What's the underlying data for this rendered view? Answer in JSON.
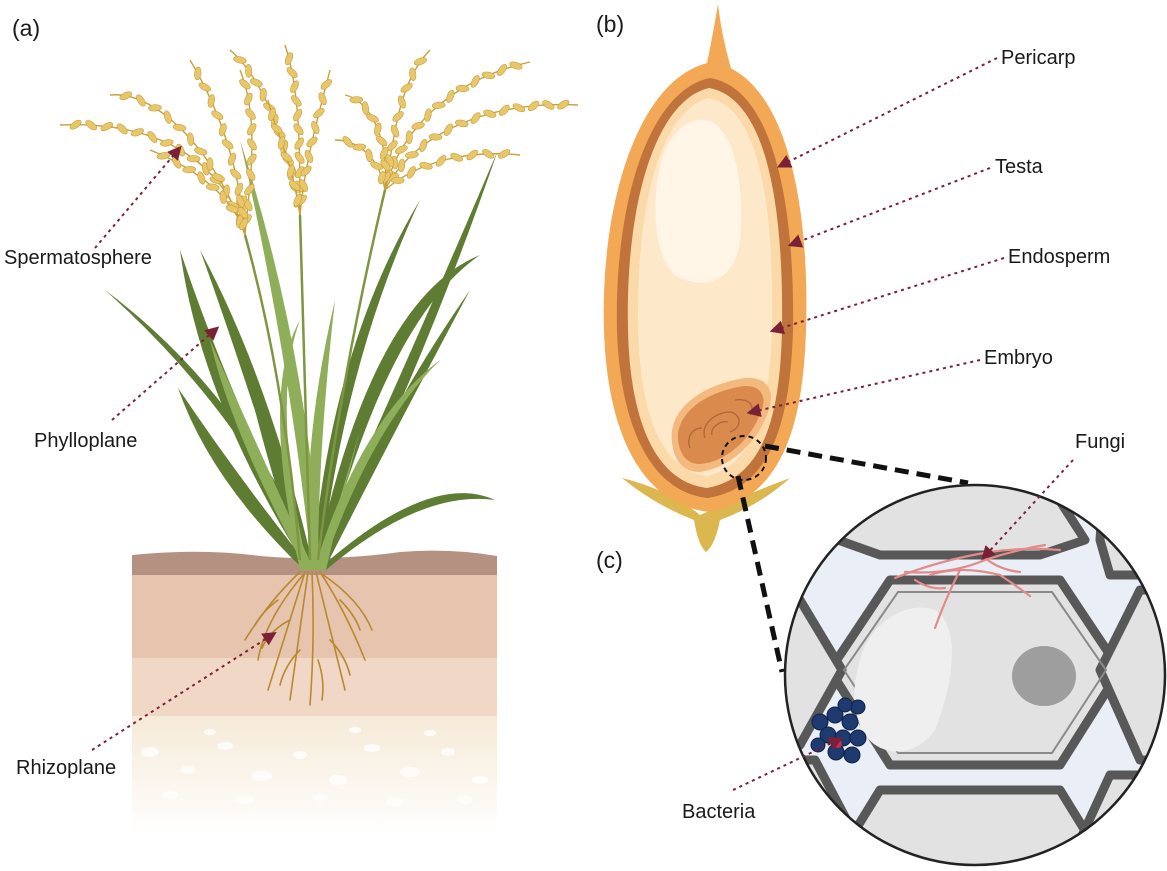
{
  "panels": {
    "a": "(a)",
    "b": "(b)",
    "c": "(c)"
  },
  "labels": {
    "spermatosphere": "Spermatosphere",
    "phylloplane": "Phylloplane",
    "rhizoplane": "Rhizoplane",
    "pericarp": "Pericarp",
    "testa": "Testa",
    "endosperm": "Endosperm",
    "embryo": "Embryo",
    "fungi": "Fungi",
    "bacteria": "Bacteria"
  },
  "colors": {
    "arrow": "#7b2137",
    "leaf_dark": "#5e7d32",
    "leaf_light": "#8fae5a",
    "grain_gold": "#e8c66a",
    "pericarp": "#f2a855",
    "testa": "#c0733b",
    "endosperm": "#fde9c9",
    "embryo": "#d98a4c",
    "cell_wall": "#555555",
    "bacteria": "#1e3a6e",
    "fungi": "#e38a8a"
  },
  "icons": {
    "rice_plant": "rice-plant-illustration",
    "seed": "rice-seed-cross-section",
    "zoom": "magnified-cell-view"
  }
}
